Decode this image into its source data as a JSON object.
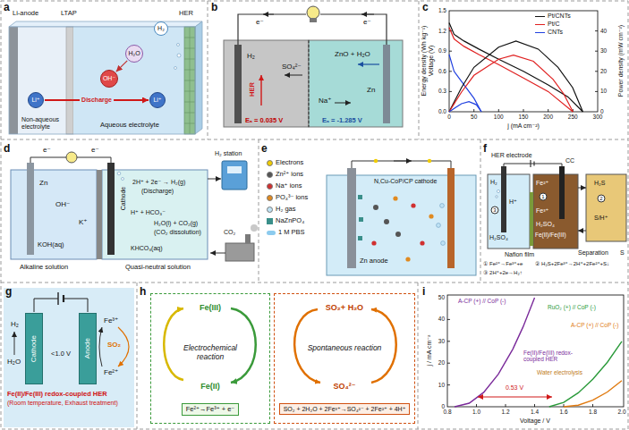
{
  "diagram": {
    "nodes": [
      {
        "text": [
          "H₂"
        ]
      },
      {
        "text": [
          "H₂O"
        ]
      },
      {
        "text": [
          "OH⁻"
        ]
      },
      {
        "text": [
          "Li⁺"
        ]
      },
      {
        "text": [
          "Li⁺"
        ]
      },
      {
        "text": [
          "Cathode"
        ]
      },
      {
        "text": [
          "Anode"
        ]
      },
      {
        "text": [
          "Fe(III)",
          "Electrochemical reaction",
          "Fe(II)"
        ]
      },
      {
        "text": [
          "Fe²⁺→Fe³⁺ + e⁻"
        ],
        "in": 7
      },
      {
        "text": [
          "SO₂+ H₂O",
          "Spontaneous reaction",
          "SO₄²⁻"
        ]
      },
      {
        "text": [
          "SO₂ + 2H₂O + 2Fe³⁺→SO₄²⁻ + 2Fe²⁺ + 4H⁺"
        ],
        "in": 9
      }
    ],
    "edges": [
      {
        "from": 1,
        "to": 2,
        "arrow": "to"
      },
      {
        "from": 3,
        "to": 4,
        "label": "Discharge",
        "arrow": "to"
      },
      {
        "from": 5,
        "to": 6,
        "arrow": "none"
      }
    ],
    "labels": [
      "a",
      "Li-anode",
      "LTAP",
      "HER",
      "Non-aqueous electrolyte",
      "Aqueous electrolyte",
      "b",
      "e⁻",
      "e⁻",
      "H₂",
      "SO₄²⁻",
      "ZnO + H₂O",
      "Zn",
      "Na⁺",
      "HER",
      "Eₐ = 0.035 V",
      "Eₐ = -1.285 V",
      "c",
      "Energy density (Wh kg⁻¹)",
      "Voltage (V)",
      "0.0",
      "0.3",
      "0.6",
      "0.9",
      "1.2",
      "1.5",
      "0",
      "50",
      "100",
      "150",
      "200",
      "250",
      "300",
      "0",
      "10",
      "20",
      "30",
      "40",
      "Power density (mW cm⁻²)",
      "j (mA cm⁻²)",
      "d",
      "e⁻",
      "e⁻",
      "Zn",
      "OH⁻",
      "K⁺",
      "KOH(aq)",
      "Cathode",
      "2H⁺ + 2e⁻ → H₂(g)",
      "(Discharge)",
      "H⁺ + HCO₃⁻",
      "H₂O(l) + CO₂(g)",
      "(CO₂ dissolution)",
      "KHCO₃(aq)",
      "H₂ station",
      "CO₂",
      "Alkaline solution",
      "Quasi-neutral solution",
      "e",
      "Zn anode",
      "N,Cu-CoP/CP cathode",
      "f",
      "HER electrode",
      "CC",
      "H₂",
      "H⁺",
      "H₂SO₄",
      "Nafion film",
      "Fe²⁺",
      "Fe³⁺",
      "H₂SO₄",
      "Fe(II)/Fe(III)",
      "H₂S",
      "S/H⁺",
      "Separation",
      "S",
      "1",
      "2",
      "3",
      "① Fe²⁺→Fe³⁺+e",
      "② H₂S+2Fe³⁺→2H⁺+2Fe²⁺+S↓",
      "③ 2H⁺+2e→H₂↑",
      "g",
      "H₂",
      "H₂O",
      "Fe³⁺",
      "Fe²⁺",
      "<1.0 V",
      "SO₂",
      "Fe(II)/Fe(III) redox-coupled HER",
      "(Room temperature, Exhaust treatment)",
      "h",
      "i",
      "j / mA cm⁻²",
      "0.8",
      "1.0",
      "1.2",
      "1.4",
      "1.6",
      "1.8",
      "2.0",
      "0",
      "10",
      "20",
      "30",
      "40",
      "50",
      "Voltage / V",
      "A-CP (+) // CoP (-)",
      "RuO₂ (+) // CoP (-)",
      "Fe(II)/Fe(III) redox-coupled HER",
      "Water electrolysis",
      "0.53 V",
      "A-CP (+) // CoP (-)"
    ],
    "legend": [
      {
        "text": "Pt/CNTs"
      },
      {
        "text": "Pt/C"
      },
      {
        "text": "CNTs"
      },
      {
        "text": "Electrons"
      },
      {
        "text": "Zn²⁺ ions"
      },
      {
        "text": "Na⁺ ions"
      },
      {
        "text": "PO₄³⁻ ions"
      },
      {
        "text": "H₂ gas"
      },
      {
        "text": "NaZnPO₄"
      },
      {
        "text": "1 M PBS"
      }
    ]
  }
}
